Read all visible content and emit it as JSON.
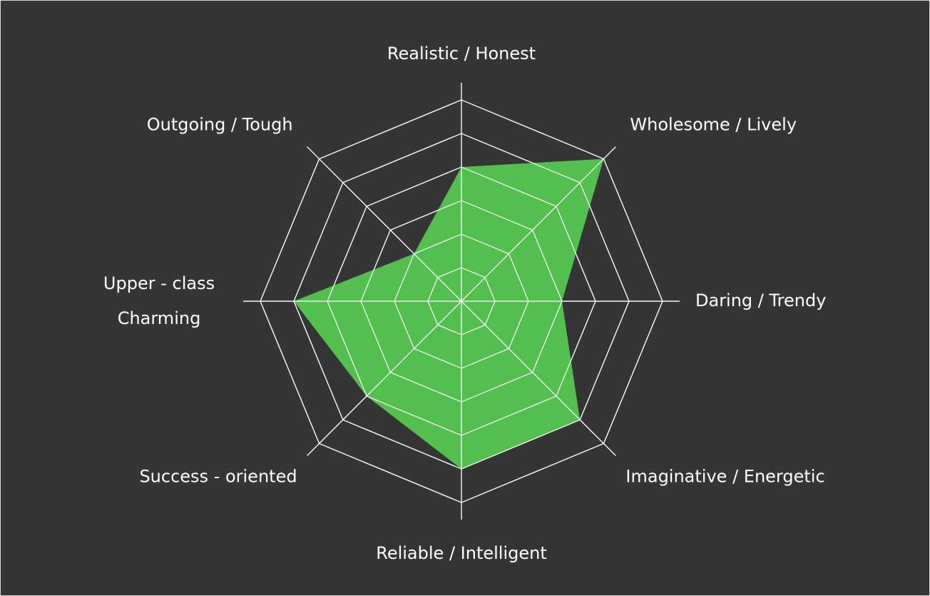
{
  "chart_data": {
    "type": "radar",
    "axes": [
      {
        "label": "Realistic / Honest"
      },
      {
        "label": "Wholesome / Lively"
      },
      {
        "label": "Daring / Trendy"
      },
      {
        "label": "Imaginative / Energetic"
      },
      {
        "label": "Reliable / Intelligent"
      },
      {
        "label": "Success - oriented"
      },
      {
        "label": "Upper - class",
        "label_line2": "Charming"
      },
      {
        "label": "Outgoing / Tough"
      }
    ],
    "values": [
      4,
      6,
      3,
      5,
      5,
      4,
      5,
      2
    ],
    "rmax": 6,
    "grid_levels": [
      1,
      2,
      3,
      4,
      5,
      6
    ],
    "grid": true,
    "legend": "none",
    "colors": {
      "background": "#353536",
      "grid": "#ffffff",
      "fill": "#53bf4e",
      "text": "#ffffff"
    }
  }
}
